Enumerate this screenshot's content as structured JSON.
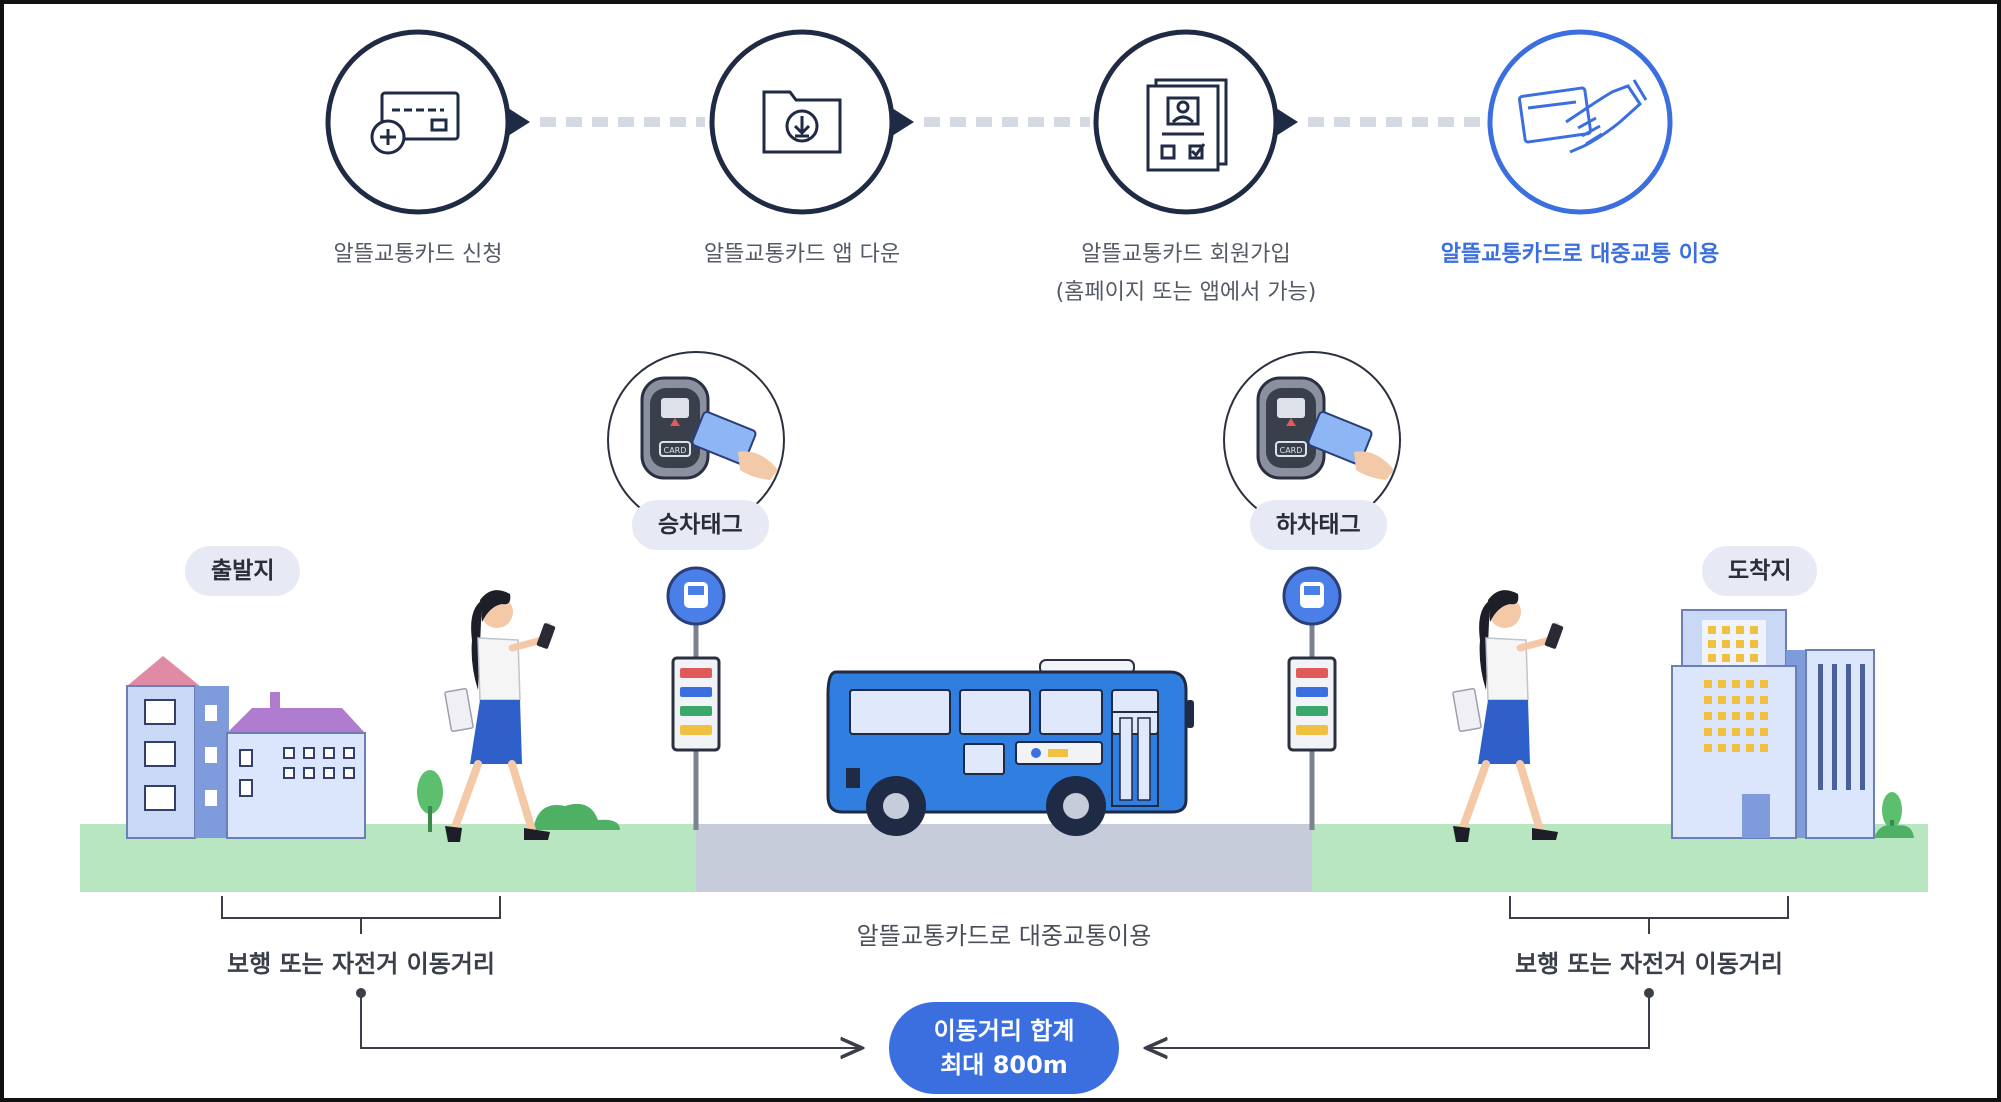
{
  "steps": [
    {
      "label": "알뜰교통카드 신청",
      "icon": "card-add-icon"
    },
    {
      "label": "알뜰교통카드 앱 다운",
      "icon": "download-folder-icon"
    },
    {
      "label": "알뜰교통카드 회원가입",
      "sub": "(홈페이지 또는 앱에서 가능)",
      "icon": "membership-form-icon"
    },
    {
      "label": "알뜰교통카드로 대중교통 이용",
      "icon": "card-hand-icon",
      "active": true
    }
  ],
  "tags": {
    "board": "승차태그",
    "alight": "하차태그"
  },
  "places": {
    "origin": "출발지",
    "destination": "도착지"
  },
  "captions": {
    "walk_left": "보행 또는 자전거 이동거리",
    "transit": "알뜰교통카드로 대중교통이용",
    "walk_right": "보행 또는 자전거 이동거리"
  },
  "total": {
    "line1": "이동거리 합계",
    "line2": "최대 800m"
  },
  "reader_card_text": "CARD",
  "colors": {
    "accent": "#3b6fe0",
    "navy": "#1f2a44",
    "grass": "#b8e6c0",
    "road": "#c6ccd9",
    "bus": "#2f7ee0",
    "pill": "#e7eaf4"
  }
}
